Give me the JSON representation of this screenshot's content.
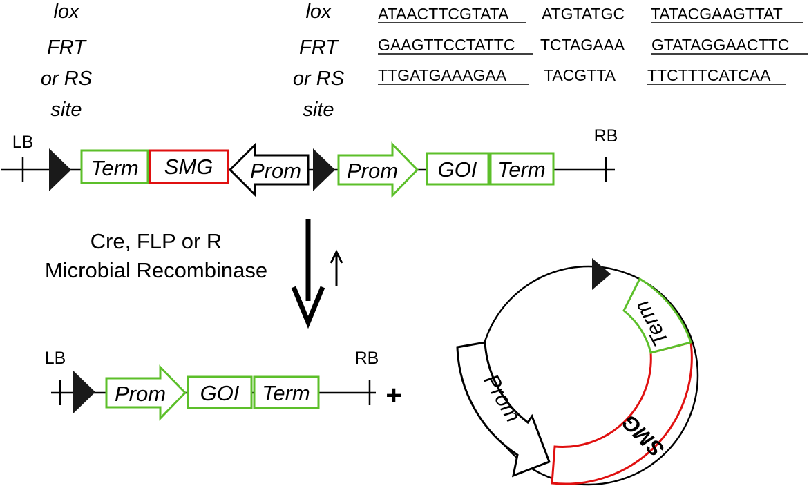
{
  "colors": {
    "element_green": "#5cbf2a",
    "marker_red": "#e01010",
    "outline_black": "#000000",
    "site_fill": "#1a1a1a"
  },
  "icons": {
    "recombination_site": "filled-triangle",
    "border": "tick-mark"
  },
  "site_labels_left": [
    "lox",
    "FRT",
    "or RS",
    "site"
  ],
  "site_labels_mid": [
    "lox",
    "FRT",
    "or RS",
    "site"
  ],
  "sequences": [
    {
      "left": "ATAACTTCGTATA",
      "spacer": "ATGTATGC",
      "right": "TATACGAAGTTAT"
    },
    {
      "left": "GAAGTTCCTATTC",
      "spacer": "TCTAGAAA",
      "right": "GTATAGGAACTTC"
    },
    {
      "left": "TTGATGAAAGAA",
      "spacer": "TACGTTA",
      "right": "TTCTTTCATCAA"
    }
  ],
  "top_construct": {
    "lb": "LB",
    "rb": "RB",
    "term1": "Term",
    "smg": "SMG",
    "prom_rev": "Prom",
    "prom_fwd": "Prom",
    "goi": "GOI",
    "term2": "Term"
  },
  "recombinase": {
    "line1": "Cre, FLP or R",
    "line2": "Microbial Recombinase"
  },
  "bottom_construct": {
    "lb": "LB",
    "rb": "RB",
    "prom": "Prom",
    "goi": "GOI",
    "term": "Term",
    "plus": "+"
  },
  "circle": {
    "term": "Term",
    "smg": "SMG",
    "prom": "Prom"
  }
}
